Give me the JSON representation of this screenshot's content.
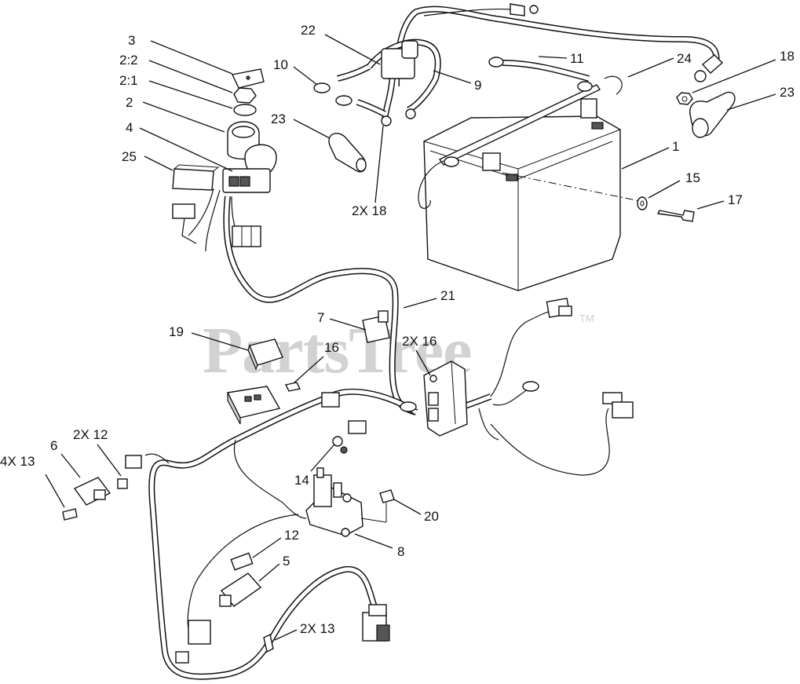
{
  "watermark": {
    "text": "PartsTree",
    "trademark": "TM",
    "color": "#d2d2d2"
  },
  "callouts": [
    {
      "id": "c-3",
      "text": "3"
    },
    {
      "id": "c-2-2",
      "text": "2:2"
    },
    {
      "id": "c-2-1",
      "text": "2:1"
    },
    {
      "id": "c-2",
      "text": "2"
    },
    {
      "id": "c-4",
      "text": "4"
    },
    {
      "id": "c-25",
      "text": "25"
    },
    {
      "id": "c-22",
      "text": "22"
    },
    {
      "id": "c-10",
      "text": "10"
    },
    {
      "id": "c-9",
      "text": "9"
    },
    {
      "id": "c-23a",
      "text": "23"
    },
    {
      "id": "c-2x18",
      "text": "2X 18"
    },
    {
      "id": "c-11",
      "text": "11"
    },
    {
      "id": "c-24",
      "text": "24"
    },
    {
      "id": "c-18",
      "text": "18"
    },
    {
      "id": "c-23b",
      "text": "23"
    },
    {
      "id": "c-1",
      "text": "1"
    },
    {
      "id": "c-15",
      "text": "15"
    },
    {
      "id": "c-17",
      "text": "17"
    },
    {
      "id": "c-21",
      "text": "21"
    },
    {
      "id": "c-7",
      "text": "7"
    },
    {
      "id": "c-2x16",
      "text": "2X 16"
    },
    {
      "id": "c-19",
      "text": "19"
    },
    {
      "id": "c-16",
      "text": "16"
    },
    {
      "id": "c-4x13",
      "text": "4X 13"
    },
    {
      "id": "c-6",
      "text": "6"
    },
    {
      "id": "c-2x12",
      "text": "2X 12"
    },
    {
      "id": "c-14",
      "text": "14"
    },
    {
      "id": "c-20",
      "text": "20"
    },
    {
      "id": "c-8",
      "text": "8"
    },
    {
      "id": "c-12",
      "text": "12"
    },
    {
      "id": "c-5",
      "text": "5"
    },
    {
      "id": "c-2x13",
      "text": "2X 13"
    }
  ]
}
